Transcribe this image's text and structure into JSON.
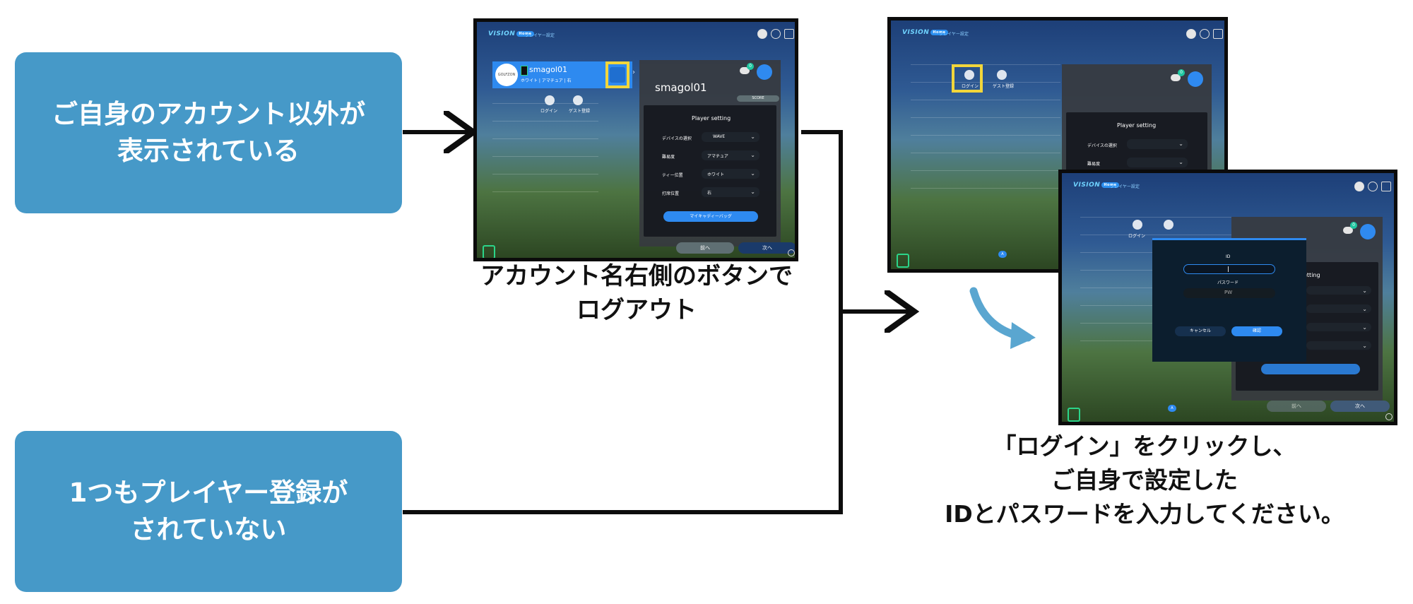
{
  "boxes": {
    "top": "ご自身のアカウント以外が\n表示されている",
    "bottom": "1つもプレイヤー登録が\nされていない"
  },
  "captions": {
    "logout": "アカウント名右側のボタンで\nログアウト",
    "login": "「ログイン」をクリックし、\nご自身で設定した\nIDとパスワードを入力してください。"
  },
  "shot1": {
    "logo": "VISION",
    "logo_badge": "Home",
    "page_title": "プレイヤー設定",
    "account_chip": "GOLFZON",
    "account_name": "smagol01",
    "account_sub": "ホワイト | アマチュア | 右",
    "login_label": "ログイン",
    "guest_label": "ゲスト登録",
    "panel_name": "smagol01",
    "score_label": "SCORE",
    "badge_count": "0",
    "setting_title": "Player setting",
    "rows": [
      {
        "label": "デバイスの選択",
        "value": "WAVE"
      },
      {
        "label": "難易度",
        "value": "アマチュア"
      },
      {
        "label": "ティー位置",
        "value": "ホワイト"
      },
      {
        "label": "打席位置",
        "value": "右"
      }
    ],
    "bag_button": "マイキャディーバッグ",
    "prev_button": "前へ",
    "next_button": "次へ"
  },
  "shot2": {
    "logo": "VISION",
    "logo_badge": "Home",
    "page_title": "プレイヤー設定",
    "login_label": "ログイン",
    "guest_label": "ゲスト登録",
    "badge_count": "0",
    "setting_title": "Player setting",
    "rows": [
      {
        "label": "デバイスの選択"
      },
      {
        "label": "難易度"
      }
    ],
    "page_indicator": "A"
  },
  "shot3": {
    "logo": "VISION",
    "logo_badge": "Home",
    "page_title": "プレイヤー設定",
    "login_label": "ログイン",
    "badge_count": "0",
    "setting_title_partial": "etting",
    "id_label": "ID",
    "pw_label": "パスワード",
    "pw_placeholder": "PW",
    "cancel_button": "キャンセル",
    "confirm_button": "確認",
    "prev_button": "前へ",
    "next_button": "次へ",
    "page_indicator": "A"
  },
  "colors": {
    "box_fill": "#4699c8",
    "highlight": "#f2d63b",
    "arrow_blue": "#5aa6d0",
    "arrow_black": "#0d0d0d"
  }
}
